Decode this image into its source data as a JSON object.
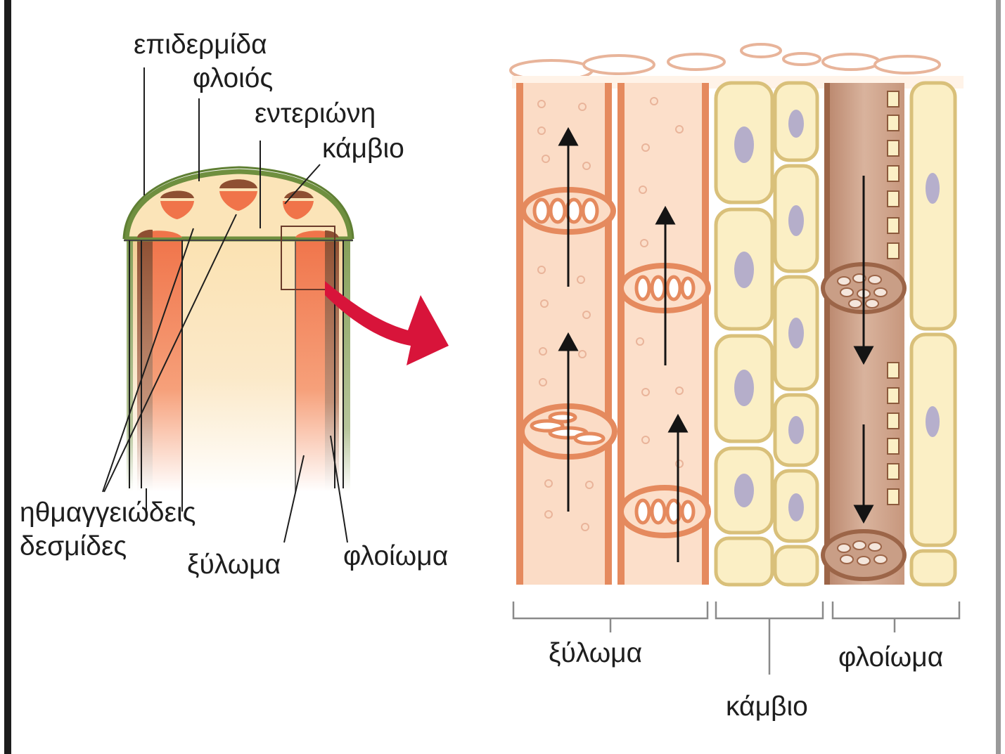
{
  "labels": {
    "epidermis": "επιδερμίδα",
    "cortex": "φλοιός",
    "pith": "εντεριώνη",
    "cambium_top": "κάμβιο",
    "bundles_line1": "ηθμαγγειώδεις",
    "bundles_line2": "δεσμίδες",
    "xylem_left": "ξύλωμα",
    "phloem_left": "φλοίωμα",
    "xylem_right": "ξύλωμα",
    "cambium_right": "κάμβιο",
    "phloem_right": "φλοίωμα"
  },
  "colors": {
    "epidermis": "#7f9a4a",
    "cortex": "#f5d6a5",
    "pith": "#fae6c0",
    "xylem": "#f28a5c",
    "phloem": "#9b5a3a",
    "xylem_cell_fill": "#fbdcc6",
    "xylem_cell_wall": "#e58a5e",
    "cambium_cell_fill": "#fbefc5",
    "cambium_cell_wall": "#d9c07a",
    "nucleus": "#a9a3cc",
    "sieve_tube_fill": "#c99e86",
    "sieve_tube_wall": "#9c6548",
    "zoom_arrow": "#d8143a",
    "leader_line": "#1e1e1e"
  },
  "icons": {
    "zoom": "zoom-arrow-icon",
    "flow_up": "arrow-up-icon",
    "flow_down": "arrow-down-icon"
  }
}
